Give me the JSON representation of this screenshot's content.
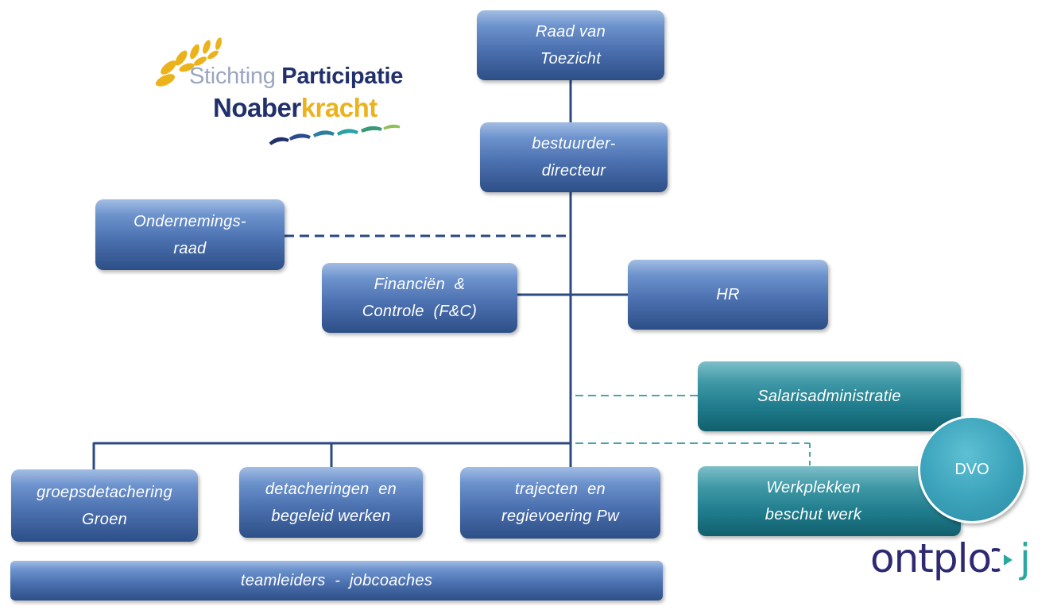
{
  "org": {
    "raad": [
      "Raad van",
      "Toezicht"
    ],
    "bestuurder": [
      "bestuurder-",
      "directeur"
    ],
    "ondernemingsraad": [
      "Ondernemings-",
      "raad"
    ],
    "financien": [
      "Financiën  &",
      "Controle  (F&C)"
    ],
    "hr": [
      "HR"
    ],
    "salaris": [
      "Salarisadministratie"
    ],
    "werkplekken": [
      "Werkplekken",
      "beschut werk"
    ],
    "dvo": "DVO",
    "groeps": [
      "groepsdetachering",
      "Groen"
    ],
    "detacheringen": [
      "detacheringen  en",
      "begeleid werken"
    ],
    "trajecten": [
      "trajecten  en",
      "regievoering Pw"
    ],
    "teamleiders": "teamleiders  -  jobcoaches"
  },
  "logos": {
    "stichting_light": "Stichting",
    "stichting_bold": "Participatie",
    "noaber": "Noaber",
    "kracht": "kracht",
    "ontplooj": "ontplo",
    "ontplooj_end": "j"
  },
  "colors": {
    "connector": "#2b4a80",
    "teal_connector": "#4aa3ae",
    "navy": "#21306b",
    "gold": "#ecb21c"
  }
}
